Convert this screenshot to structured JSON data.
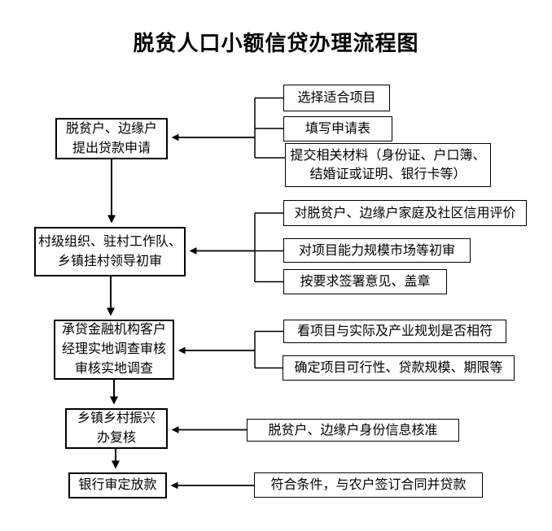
{
  "title": "脱贫人口小额信贷办理流程图",
  "flow": {
    "steps": [
      {
        "label": "脱贫户、边缘户\n提出贷款申请"
      },
      {
        "label": "村级组织、驻村工作队、\n乡镇挂村领导初审"
      },
      {
        "label": "承贷金融机构客户\n经理实地调查审核\n审核实地调查"
      },
      {
        "label": "乡镇乡村振兴\n办复核"
      },
      {
        "label": "银行审定放款"
      }
    ],
    "details": [
      {
        "label": "选择适合项目"
      },
      {
        "label": "填写申请表"
      },
      {
        "label": "提交相关材料（身份证、户口簿、\n结婚证或证明、银行卡等）"
      },
      {
        "label": "对脱贫户、边缘户家庭及社区信用评价"
      },
      {
        "label": "对项目能力规模市场等初审"
      },
      {
        "label": "按要求签署意见、盖章"
      },
      {
        "label": "看项目与实际及产业规划是否相符"
      },
      {
        "label": "确定项目可行性、贷款规模、期限等"
      },
      {
        "label": "脱贫户、边缘户身份信息核准"
      },
      {
        "label": "符合条件，与农户签订合同并贷款"
      }
    ]
  },
  "colors": {
    "line": "#000000",
    "border": "#000000",
    "text": "#000000",
    "background": "#ffffff"
  }
}
